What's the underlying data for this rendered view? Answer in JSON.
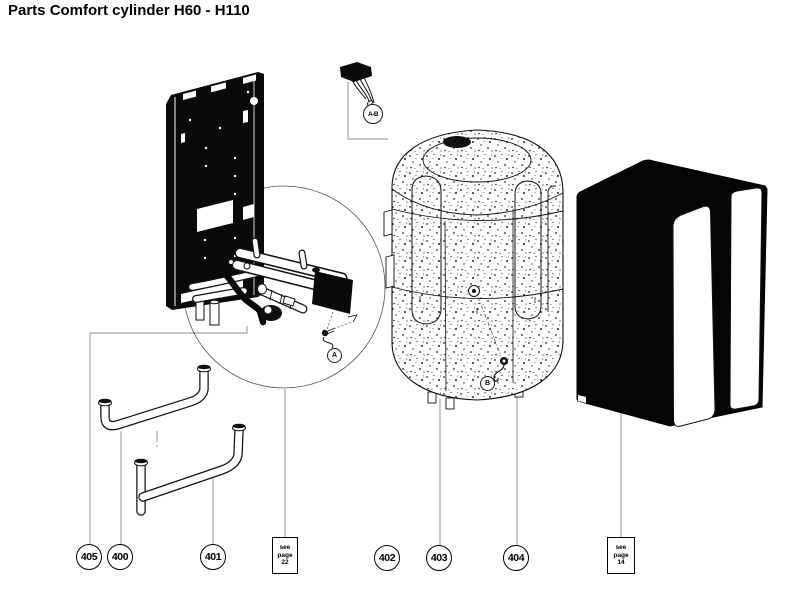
{
  "title": "Parts Comfort cylinder H60 - H110",
  "callouts": {
    "c400": "400",
    "c401": "401",
    "c402": "402",
    "c403": "403",
    "c404": "404",
    "c405": "405",
    "ab": "A-B",
    "a": "A",
    "b": "B"
  },
  "page_refs": {
    "ref22": {
      "l1": "see",
      "l2": "page",
      "l3": "22"
    },
    "ref14": {
      "l1": "see",
      "l2": "page",
      "l3": "14"
    }
  },
  "colors": {
    "line": "#000000",
    "leader": "#8a8a8a",
    "background": "#ffffff"
  }
}
